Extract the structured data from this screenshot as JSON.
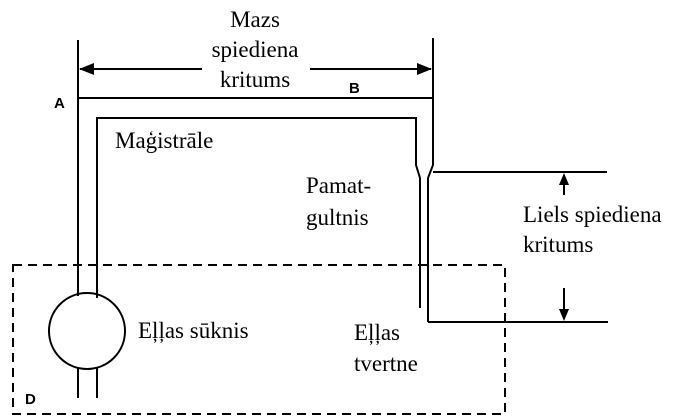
{
  "labels": {
    "mazs_line1": "Mazs",
    "mazs_line2": "spiediena",
    "mazs_line3": "kritums",
    "point_a": "A",
    "point_b": "B",
    "point_d": "D",
    "magistrale": "Maģistrāle",
    "pamat_line1": "Pamat-",
    "pamat_line2": "gultnis",
    "liels_line1": "Liels spiediena",
    "liels_line2": "kritums",
    "suknis": "Eļļas sūknis",
    "tvertne_line1": "Eļļas",
    "tvertne_line2": "tvertne"
  }
}
